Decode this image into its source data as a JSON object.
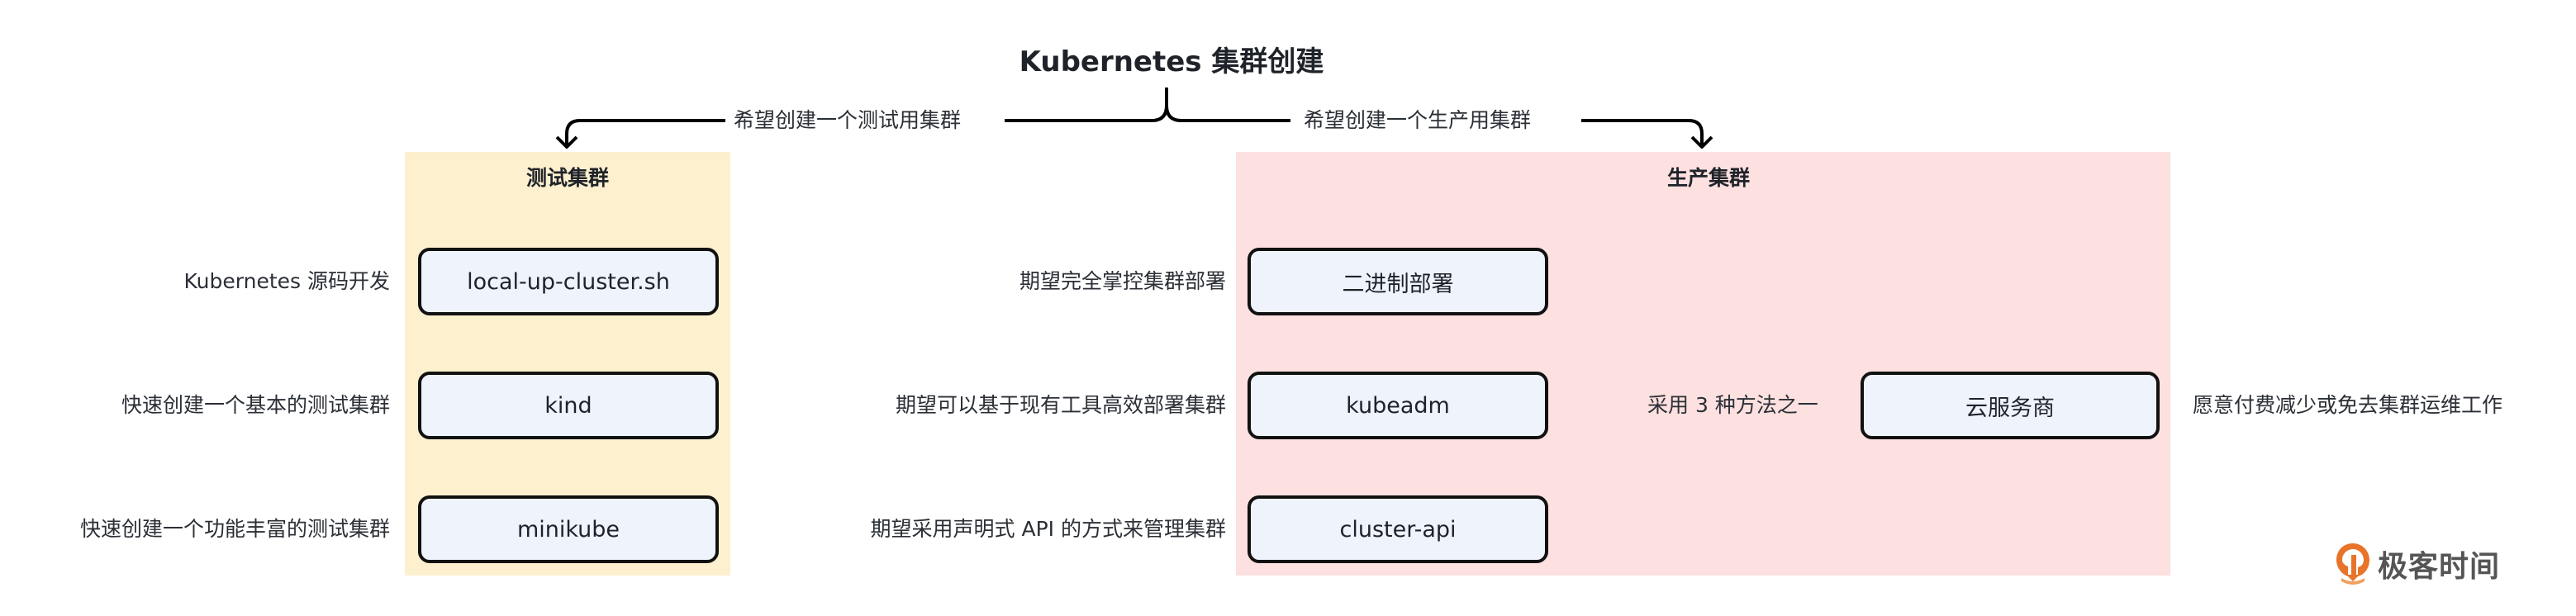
{
  "title": "Kubernetes 集群创建",
  "branches": {
    "test_edge_label": "希望创建一个测试用集群",
    "prod_edge_label": "希望创建一个生产用集群"
  },
  "test_cluster": {
    "title": "测试集群",
    "color": "#fdf0cf",
    "items": [
      {
        "tool": "local-up-cluster.sh",
        "purpose": "Kubernetes 源码开发"
      },
      {
        "tool": "kind",
        "purpose": "快速创建一个基本的测试集群"
      },
      {
        "tool": "minikube",
        "purpose": "快速创建一个功能丰富的测试集群"
      }
    ]
  },
  "prod_cluster": {
    "title": "生产集群",
    "color": "#fde0e0",
    "items": [
      {
        "tool": "二进制部署",
        "purpose": "期望完全掌控集群部署"
      },
      {
        "tool": "kubeadm",
        "purpose": "期望可以基于现有工具高效部署集群"
      },
      {
        "tool": "cluster-api",
        "purpose": "期望采用声明式 API 的方式来管理集群"
      }
    ],
    "choice_label": "采用 3 种方法之一",
    "cloud": {
      "tool": "云服务商",
      "purpose": "愿意付费减少或免去集群运维工作"
    }
  },
  "node_fill": "#eef3fc",
  "logo": {
    "text": "极客时间",
    "icon": "geektime-logo-icon",
    "color": "#e8742a"
  }
}
